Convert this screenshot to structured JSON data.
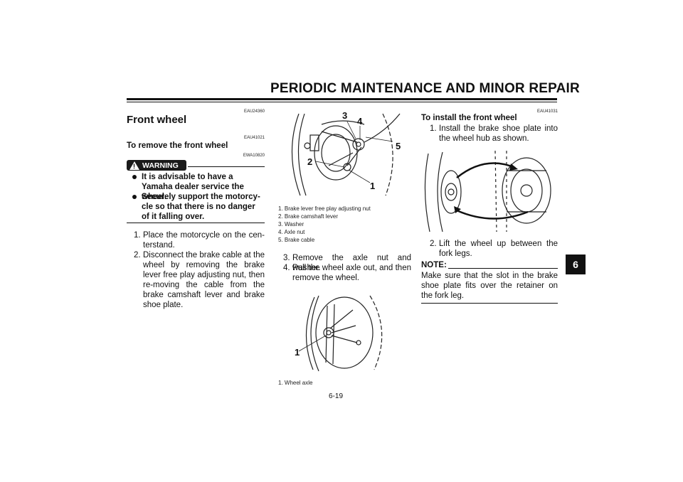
{
  "header": {
    "title": "PERIODIC MAINTENANCE AND MINOR REPAIR"
  },
  "left": {
    "code1": "EAU24360",
    "title": "Front wheel",
    "code2": "EAU41021",
    "subtitle": "To remove the front wheel",
    "code3": "EWA10820",
    "warning_label": "WARNING",
    "warnings": [
      "It is advisable to have a Yamaha dealer service the wheel.",
      "Securely support the motorcy-cle so that there is no danger of it falling over."
    ],
    "steps": [
      {
        "num": "1.",
        "text": "Place the motorcycle on the cen-terstand."
      },
      {
        "num": "2.",
        "text": "Disconnect the brake cable at the wheel by removing the brake lever free play adjusting nut, then re-moving the cable from the brake camshaft lever and brake shoe plate."
      }
    ]
  },
  "middle": {
    "callouts": [
      "1",
      "2",
      "3",
      "4",
      "5"
    ],
    "legend": [
      "1. Brake lever free play adjusting nut",
      "2. Brake camshaft lever",
      "3. Washer",
      "4. Axle nut",
      "5. Brake cable"
    ],
    "steps": [
      {
        "num": "3.",
        "text": "Remove the axle nut and washer."
      },
      {
        "num": "4.",
        "text": "Pull the wheel axle out, and then remove the wheel."
      }
    ],
    "callout2": "1",
    "legend2": [
      "1. Wheel axle"
    ]
  },
  "right": {
    "code": "EAU41031",
    "subtitle": "To install the front wheel",
    "steps": [
      {
        "num": "1.",
        "text": "Install the brake shoe plate into the wheel hub as shown."
      },
      {
        "num": "2.",
        "text": "Lift the wheel up between the fork legs."
      }
    ],
    "note_label": "NOTE:",
    "note_text": "Make sure that the slot in the brake shoe plate fits over the retainer on the fork leg."
  },
  "page_number": "6-19",
  "chapter_tab": "6"
}
